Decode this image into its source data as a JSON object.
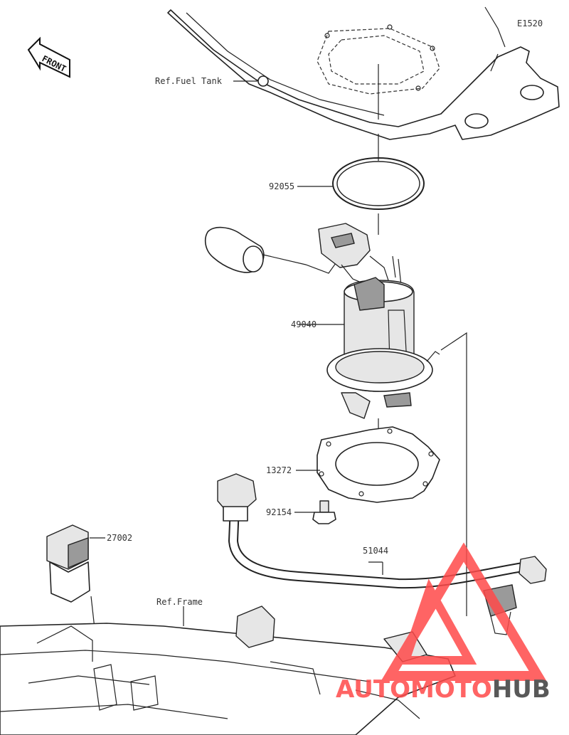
{
  "diagram_code": "E1520",
  "front_label": "FRONT",
  "references": {
    "fuel_tank": "Ref.Fuel Tank",
    "frame": "Ref.Frame"
  },
  "part_numbers": {
    "oring": "92055",
    "pump": "49040",
    "gasket": "13272",
    "bolt": "92154",
    "cover": "27002",
    "hose": "51044"
  },
  "watermark": {
    "part1": "AUTO",
    "part2": "MOTO",
    "part3": "HUB",
    "color_red": "#ff4a4a",
    "color_dark": "#3c3c3c"
  }
}
